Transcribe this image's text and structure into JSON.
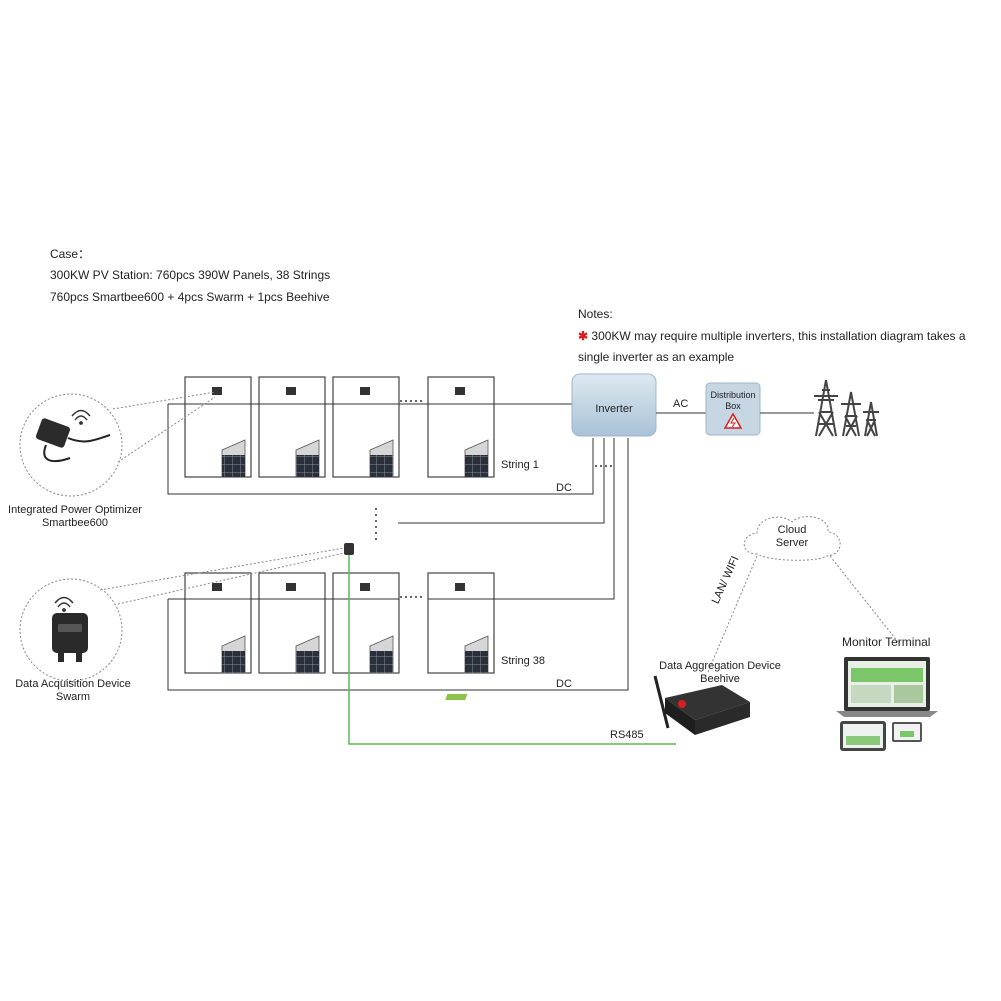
{
  "case": {
    "heading": "Case：",
    "line1": "300KW PV Station: 760pcs 390W Panels, 38 Strings",
    "line2": "760pcs Smartbee600 + 4pcs Swarm + 1pcs Beehive"
  },
  "notes": {
    "heading": "Notes:",
    "star": "✱",
    "line1": "300KW may require multiple inverters, this installation diagram takes a",
    "line2": "single inverter as an example"
  },
  "labels": {
    "inverter": "Inverter",
    "ac": "AC",
    "distribution_box_line1": "Distribution",
    "distribution_box_line2": "Box",
    "string1": "String 1",
    "string38": "String 38",
    "dc_top": "DC",
    "dc_bottom": "DC",
    "optimizer_line1": "Integrated  Power Optimizer",
    "optimizer_line2": "Smartbee600",
    "swarm_line1": "Data Acquisition Device",
    "swarm_line2": "Swarm",
    "beehive_line1": "Data Aggregation Device",
    "beehive_line2": "Beehive",
    "cloud_line1": "Cloud",
    "cloud_line2": "Server",
    "lan_wifi": "LAN/ WIFI",
    "monitor": "Monitor Terminal",
    "rs485": "RS485"
  },
  "colors": {
    "line": "#333333",
    "rs485_line": "#5cb85c",
    "inverter_fill": "#c9dbe8",
    "box_fill": "#c6d6e3",
    "panel_border": "#444444",
    "star": "#d81e1e"
  }
}
